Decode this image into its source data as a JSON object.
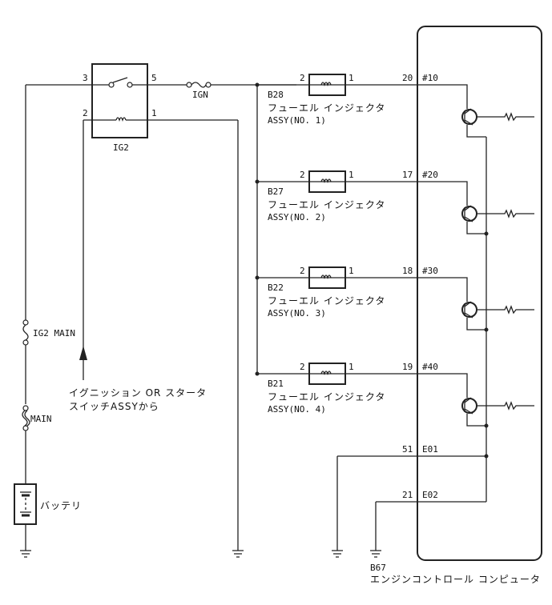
{
  "diagram": {
    "type": "wiring-schematic",
    "relay": {
      "name": "IG2",
      "pins": {
        "in": "3",
        "out": "5",
        "coil_a": "2",
        "coil_b": "1"
      }
    },
    "fuses": [
      {
        "name": "IGN"
      },
      {
        "name": "IG2 MAIN"
      },
      {
        "name": "MAIN"
      }
    ],
    "battery": {
      "label": "バッテリ"
    },
    "signal_source": {
      "line1": "イグニッション OR スタータ",
      "line2": "スイッチASSYから"
    },
    "injectors": [
      {
        "code": "B28",
        "name": "フューエル インジェクタ",
        "assy": "ASSY(NO. 1)",
        "pin_in": "2",
        "pin_out": "1",
        "ecu_pin": "20",
        "ecu_term": "#10"
      },
      {
        "code": "B27",
        "name": "フューエル インジェクタ",
        "assy": "ASSY(NO. 2)",
        "pin_in": "2",
        "pin_out": "1",
        "ecu_pin": "17",
        "ecu_term": "#20"
      },
      {
        "code": "B22",
        "name": "フューエル インジェクタ",
        "assy": "ASSY(NO. 3)",
        "pin_in": "2",
        "pin_out": "1",
        "ecu_pin": "18",
        "ecu_term": "#30"
      },
      {
        "code": "B21",
        "name": "フューエル インジェクタ",
        "assy": "ASSY(NO. 4)",
        "pin_in": "2",
        "pin_out": "1",
        "ecu_pin": "19",
        "ecu_term": "#40"
      }
    ],
    "ecu_grounds": [
      {
        "ecu_pin": "51",
        "ecu_term": "E01"
      },
      {
        "ecu_pin": "21",
        "ecu_term": "E02"
      }
    ],
    "ecu": {
      "code": "B67",
      "name": "エンジンコントロール コンピュータ"
    }
  }
}
